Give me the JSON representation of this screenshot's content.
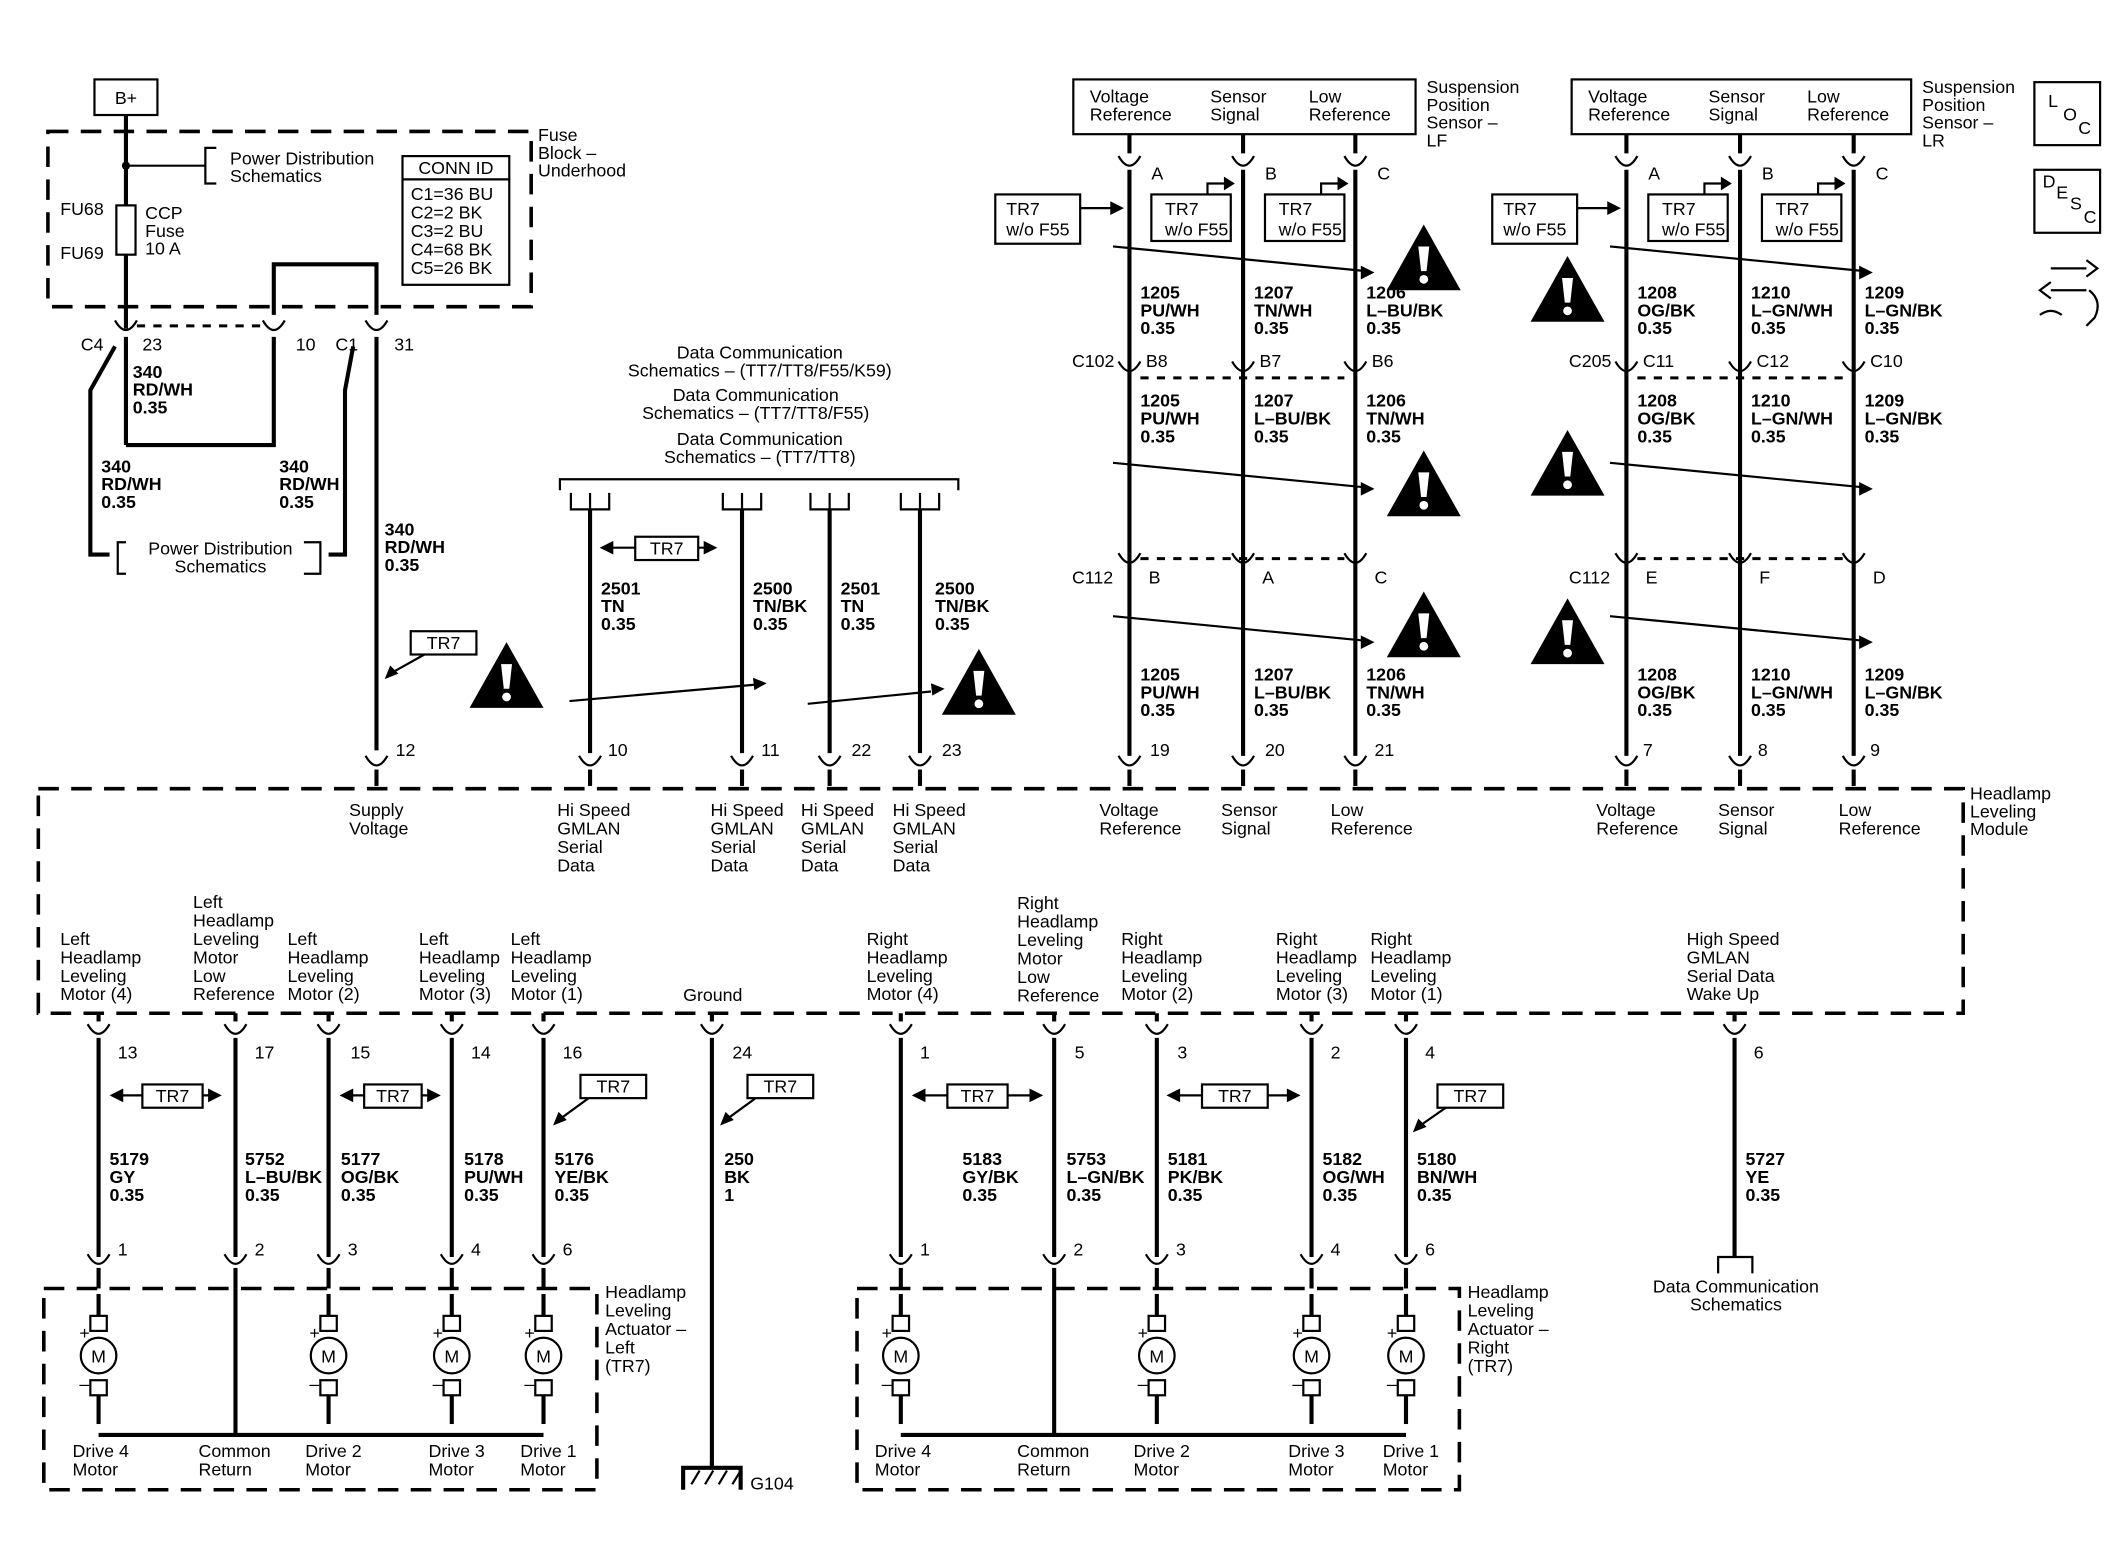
{
  "power": {
    "label": "B+"
  },
  "fuse_block": {
    "title": [
      "Fuse",
      "Block –",
      "Underhood"
    ],
    "power_dist": [
      "Power Distribution",
      "Schematics"
    ],
    "fuse_ids": [
      "FU68",
      "FU69"
    ],
    "fuse_label": [
      "CCP",
      "Fuse",
      "10 A"
    ],
    "conn_id": {
      "header": "CONN ID",
      "rows": [
        "C1=36 BU",
        "C2=2 BK",
        "C3=2 BU",
        "C4=68 BK",
        "C5=26 BK"
      ]
    },
    "pins": [
      {
        "conn": "C4",
        "pin": "23"
      },
      {
        "conn": "",
        "pin": "10"
      },
      {
        "conn": "C1",
        "pin": "31"
      }
    ]
  },
  "power_wires": [
    {
      "circuit": "340",
      "color": "RD/WH",
      "gauge": "0.35"
    },
    {
      "circuit": "340",
      "color": "RD/WH",
      "gauge": "0.35"
    },
    {
      "circuit": "340",
      "color": "RD/WH",
      "gauge": "0.35"
    },
    {
      "circuit": "340",
      "color": "RD/WH",
      "gauge": "0.35"
    }
  ],
  "power_dist_lower": [
    "Power Distribution",
    "Schematics"
  ],
  "option_tag": "TR7",
  "option_tag_wo": [
    "TR7",
    "w/o F55"
  ],
  "data_comm": {
    "headers": [
      [
        "Data Communication",
        "Schematics – (TT7/TT8/F55/K59)"
      ],
      [
        "Data Communication",
        "Schematics – (TT7/TT8/F55)"
      ],
      [
        "Data Communication",
        "Schematics – (TT7/TT8)"
      ]
    ],
    "wires": [
      {
        "circuit": "2501",
        "color": "TN",
        "gauge": "0.35"
      },
      {
        "circuit": "2500",
        "color": "TN/BK",
        "gauge": "0.35"
      },
      {
        "circuit": "2501",
        "color": "TN",
        "gauge": "0.35"
      },
      {
        "circuit": "2500",
        "color": "TN/BK",
        "gauge": "0.35"
      }
    ]
  },
  "sensor_lf": {
    "title": [
      "Suspension",
      "Position",
      "Sensor –",
      "LF"
    ],
    "terms": [
      [
        "Voltage",
        "Reference"
      ],
      [
        "Sensor",
        "Signal"
      ],
      [
        "Low",
        "Reference"
      ]
    ],
    "pins": [
      "A",
      "B",
      "C"
    ],
    "c1": {
      "id": "C102",
      "pins": [
        "B8",
        "B7",
        "B6"
      ]
    },
    "c2": {
      "id": "C112",
      "pins": [
        "B",
        "A",
        "C"
      ]
    },
    "w1": [
      {
        "circuit": "1205",
        "color": "PU/WH",
        "gauge": "0.35"
      },
      {
        "circuit": "1207",
        "color": "TN/WH",
        "gauge": "0.35"
      },
      {
        "circuit": "1206",
        "color": "L–BU/BK",
        "gauge": "0.35"
      }
    ],
    "w2": [
      {
        "circuit": "1205",
        "color": "PU/WH",
        "gauge": "0.35"
      },
      {
        "circuit": "1207",
        "color": "L–BU/BK",
        "gauge": "0.35"
      },
      {
        "circuit": "1206",
        "color": "TN/WH",
        "gauge": "0.35"
      }
    ],
    "w3": [
      {
        "circuit": "1205",
        "color": "PU/WH",
        "gauge": "0.35"
      },
      {
        "circuit": "1207",
        "color": "L–BU/BK",
        "gauge": "0.35"
      },
      {
        "circuit": "1206",
        "color": "TN/WH",
        "gauge": "0.35"
      }
    ]
  },
  "sensor_lr": {
    "title": [
      "Suspension",
      "Position",
      "Sensor –",
      "LR"
    ],
    "terms": [
      [
        "Voltage",
        "Reference"
      ],
      [
        "Sensor",
        "Signal"
      ],
      [
        "Low",
        "Reference"
      ]
    ],
    "pins": [
      "A",
      "B",
      "C"
    ],
    "c1": {
      "id": "C205",
      "pins": [
        "C11",
        "C12",
        "C10"
      ]
    },
    "c2": {
      "id": "C112",
      "pins": [
        "E",
        "F",
        "D"
      ]
    },
    "w1": [
      {
        "circuit": "1208",
        "color": "OG/BK",
        "gauge": "0.35"
      },
      {
        "circuit": "1210",
        "color": "L–GN/WH",
        "gauge": "0.35"
      },
      {
        "circuit": "1209",
        "color": "L–GN/BK",
        "gauge": "0.35"
      }
    ],
    "w2": [
      {
        "circuit": "1208",
        "color": "OG/BK",
        "gauge": "0.35"
      },
      {
        "circuit": "1210",
        "color": "L–GN/WH",
        "gauge": "0.35"
      },
      {
        "circuit": "1209",
        "color": "L–GN/BK",
        "gauge": "0.35"
      }
    ],
    "w3": [
      {
        "circuit": "1208",
        "color": "OG/BK",
        "gauge": "0.35"
      },
      {
        "circuit": "1210",
        "color": "L–GN/WH",
        "gauge": "0.35"
      },
      {
        "circuit": "1209",
        "color": "L–GN/BK",
        "gauge": "0.35"
      }
    ]
  },
  "module": {
    "title": [
      "Headlamp",
      "Leveling",
      "Module"
    ],
    "top_pins": [
      {
        "pin": "12",
        "label": [
          "Supply",
          "Voltage"
        ]
      },
      {
        "pin": "10",
        "label": [
          "Hi Speed",
          "GMLAN",
          "Serial",
          "Data"
        ]
      },
      {
        "pin": "11",
        "label": [
          "Hi Speed",
          "GMLAN",
          "Serial",
          "Data"
        ]
      },
      {
        "pin": "22",
        "label": [
          "Hi Speed",
          "GMLAN",
          "Serial",
          "Data"
        ]
      },
      {
        "pin": "23",
        "label": [
          "Hi Speed",
          "GMLAN",
          "Serial",
          "Data"
        ]
      },
      {
        "pin": "19",
        "label": [
          "Voltage",
          "Reference"
        ]
      },
      {
        "pin": "20",
        "label": [
          "Sensor",
          "Signal"
        ]
      },
      {
        "pin": "21",
        "label": [
          "Low",
          "Reference"
        ]
      },
      {
        "pin": "7",
        "label": [
          "Voltage",
          "Reference"
        ]
      },
      {
        "pin": "8",
        "label": [
          "Sensor",
          "Signal"
        ]
      },
      {
        "pin": "9",
        "label": [
          "Low",
          "Reference"
        ]
      }
    ],
    "bottom_pins": [
      {
        "pin": "13",
        "label": [
          "Left",
          "Headlamp",
          "Leveling",
          "Motor (4)"
        ]
      },
      {
        "pin": "17",
        "label": [
          "Left",
          "Headlamp",
          "Leveling",
          "Motor",
          "Low",
          "Reference"
        ]
      },
      {
        "pin": "15",
        "label": [
          "Left",
          "Headlamp",
          "Leveling",
          "Motor (2)"
        ]
      },
      {
        "pin": "14",
        "label": [
          "Left",
          "Headlamp",
          "Leveling",
          "Motor (3)"
        ]
      },
      {
        "pin": "16",
        "label": [
          "Left",
          "Headlamp",
          "Leveling",
          "Motor (1)"
        ]
      },
      {
        "pin": "24",
        "label": [
          "Ground"
        ]
      },
      {
        "pin": "1",
        "label": [
          "Right",
          "Headlamp",
          "Leveling",
          "Motor (4)"
        ]
      },
      {
        "pin": "5",
        "label": [
          "Right",
          "Headlamp",
          "Leveling",
          "Motor",
          "Low",
          "Reference"
        ]
      },
      {
        "pin": "3",
        "label": [
          "Right",
          "Headlamp",
          "Leveling",
          "Motor (2)"
        ]
      },
      {
        "pin": "2",
        "label": [
          "Right",
          "Headlamp",
          "Leveling",
          "Motor (3)"
        ]
      },
      {
        "pin": "4",
        "label": [
          "Right",
          "Headlamp",
          "Leveling",
          "Motor (1)"
        ]
      },
      {
        "pin": "6",
        "label": [
          "High Speed",
          "GMLAN",
          "Serial Data",
          "Wake Up"
        ]
      }
    ]
  },
  "bottom_wires": [
    {
      "circuit": "5179",
      "color": "GY",
      "gauge": "0.35"
    },
    {
      "circuit": "5752",
      "color": "L–BU/BK",
      "gauge": "0.35"
    },
    {
      "circuit": "5177",
      "color": "OG/BK",
      "gauge": "0.35"
    },
    {
      "circuit": "5178",
      "color": "PU/WH",
      "gauge": "0.35"
    },
    {
      "circuit": "5176",
      "color": "YE/BK",
      "gauge": "0.35"
    },
    {
      "circuit": "250",
      "color": "BK",
      "gauge": "1"
    },
    {
      "circuit": "5183",
      "color": "GY/BK",
      "gauge": "0.35"
    },
    {
      "circuit": "5753",
      "color": "L–GN/BK",
      "gauge": "0.35"
    },
    {
      "circuit": "5181",
      "color": "PK/BK",
      "gauge": "0.35"
    },
    {
      "circuit": "5182",
      "color": "OG/WH",
      "gauge": "0.35"
    },
    {
      "circuit": "5180",
      "color": "BN/WH",
      "gauge": "0.35"
    },
    {
      "circuit": "5727",
      "color": "YE",
      "gauge": "0.35"
    }
  ],
  "actuator_left": {
    "title": [
      "Headlamp",
      "Leveling",
      "Actuator –",
      "Left",
      "(TR7)"
    ],
    "pins": [
      "1",
      "2",
      "3",
      "4",
      "6"
    ],
    "labels": [
      [
        "Drive 4",
        "Motor"
      ],
      [
        "Common",
        "Return"
      ],
      [
        "Drive 2",
        "Motor"
      ],
      [
        "Drive 3",
        "Motor"
      ],
      [
        "Drive 1",
        "Motor"
      ]
    ]
  },
  "actuator_right": {
    "title": [
      "Headlamp",
      "Leveling",
      "Actuator –",
      "Right",
      "(TR7)"
    ],
    "pins": [
      "1",
      "2",
      "3",
      "4",
      "6"
    ],
    "labels": [
      [
        "Drive 4",
        "Motor"
      ],
      [
        "Common",
        "Return"
      ],
      [
        "Drive 2",
        "Motor"
      ],
      [
        "Drive 3",
        "Motor"
      ],
      [
        "Drive 1",
        "Motor"
      ]
    ]
  },
  "motor_symbol": "M",
  "ground": {
    "id": "G104"
  },
  "wake_up_dest": [
    "Data Communication",
    "Schematics"
  ],
  "side_icons": {
    "loc": [
      "L",
      "O",
      "C"
    ],
    "desc": [
      "D",
      "E",
      "S",
      "C"
    ]
  }
}
